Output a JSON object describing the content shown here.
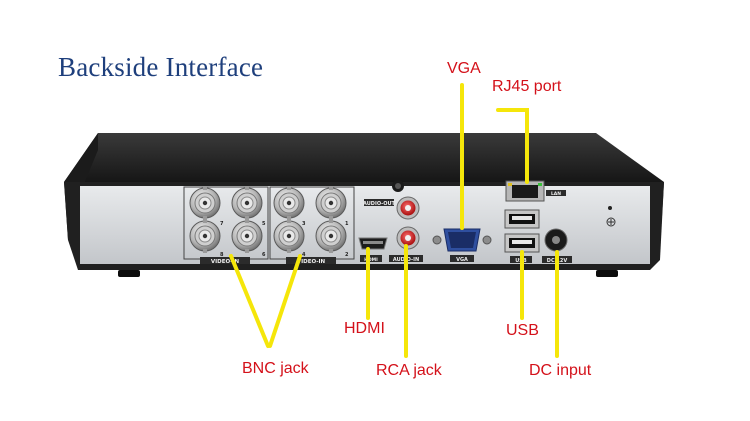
{
  "title": "Backside Interface",
  "callouts": {
    "vga": "VGA",
    "rj45": "RJ45 port",
    "hdmi": "HDMI",
    "usb": "USB",
    "bnc": "BNC jack",
    "rca": "RCA jack",
    "dc": "DC input"
  },
  "panel_labels": {
    "video_in_left": "VIDEO-IN",
    "video_in_right": "VIDEO-IN",
    "audio_out": "AUDIO-OUT",
    "hdmi": "HDMI",
    "audio_in": "AUDIO-IN",
    "vga": "VGA",
    "lan": "LAN",
    "usb": "USB",
    "dc": "DC 12V"
  },
  "bnc_numbers": {
    "left": [
      "7",
      "5",
      "8",
      "6"
    ],
    "right": [
      "3",
      "1",
      "4",
      "2"
    ]
  },
  "colors": {
    "title": "#1e3f7c",
    "callout": "#d4111a",
    "leader_line": "#f5e60a",
    "chassis_top": "#2a2a2a",
    "panel": "#d7d9dc"
  }
}
